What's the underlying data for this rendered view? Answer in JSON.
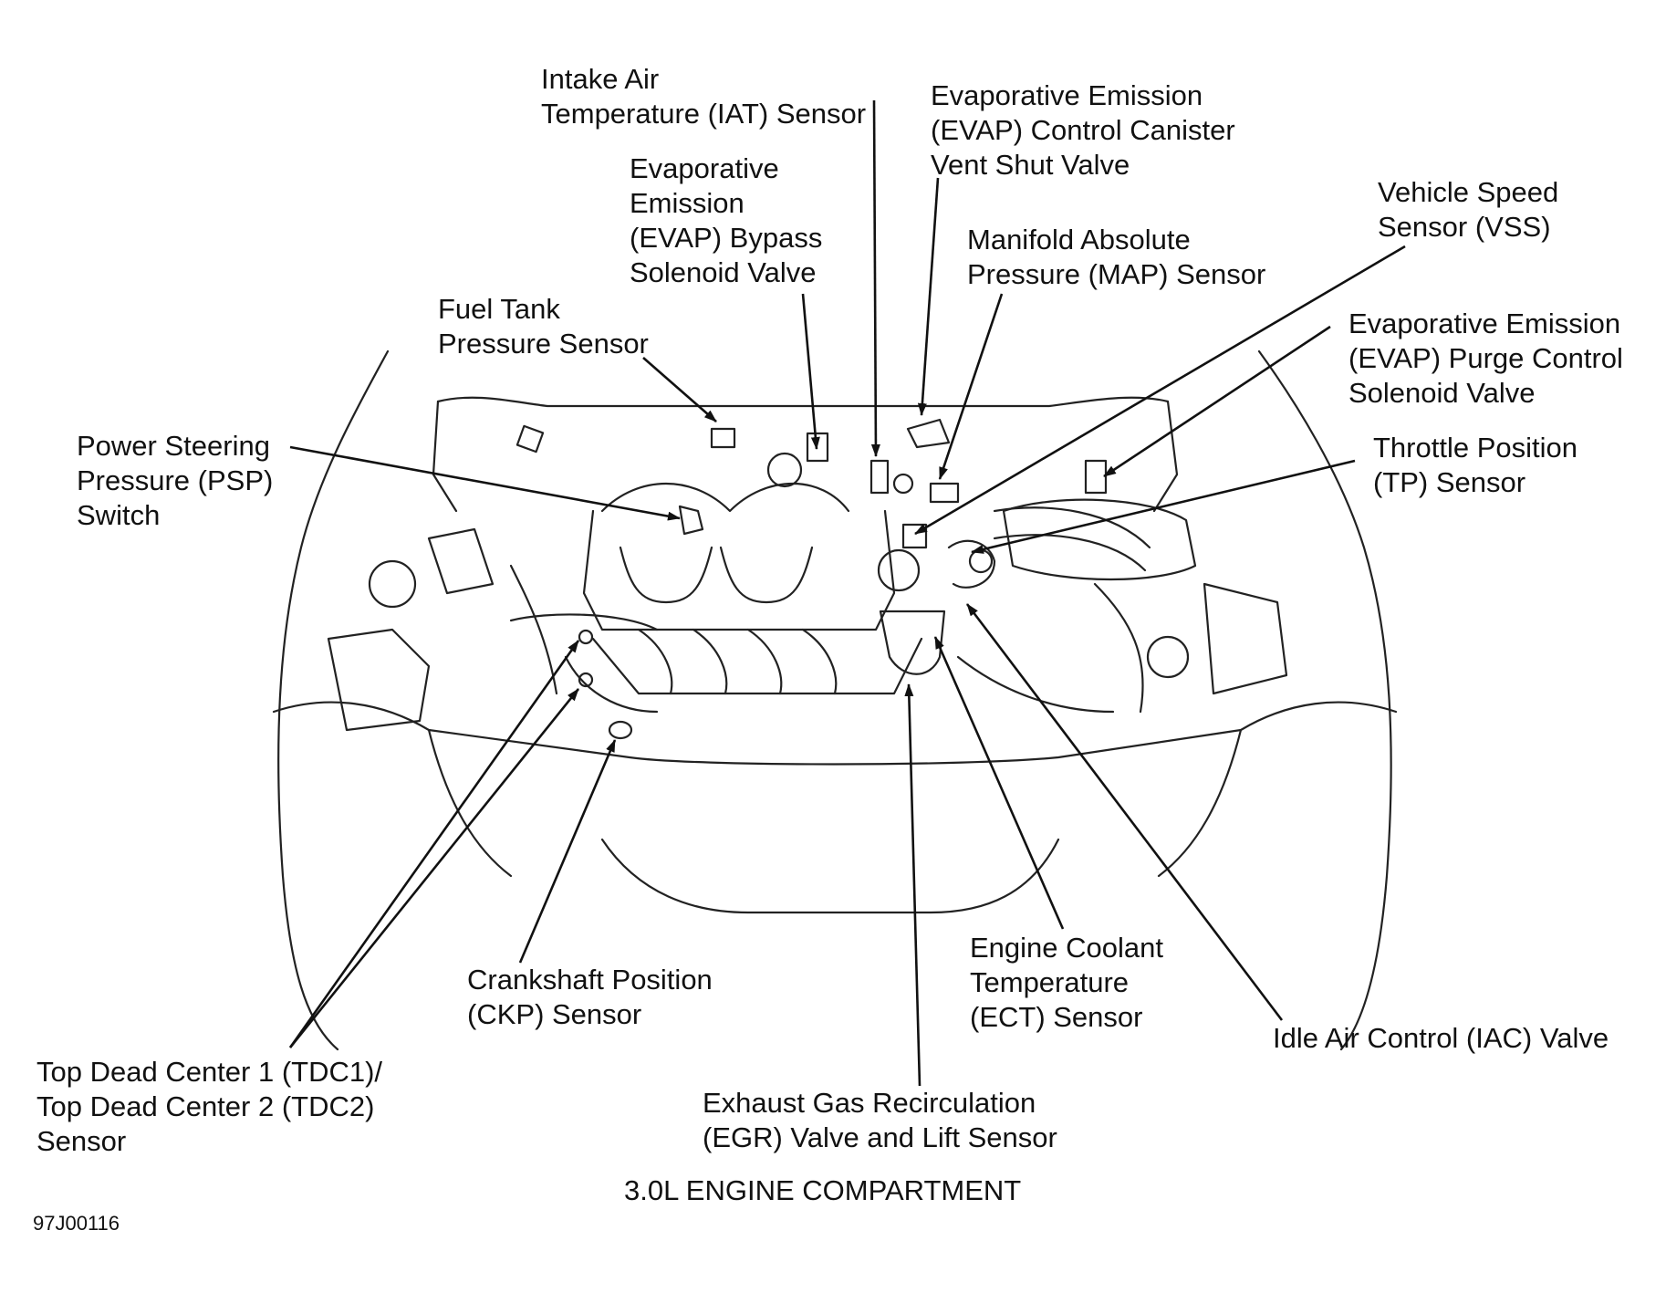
{
  "labels": {
    "iat": [
      "Intake Air",
      "Temperature (IAT) Sensor"
    ],
    "evap_bypass": [
      "Evaporative",
      "Emission",
      "(EVAP) Bypass",
      "Solenoid Valve"
    ],
    "evap_canister": [
      "Evaporative Emission",
      "(EVAP) Control Canister",
      "Vent Shut Valve"
    ],
    "map": [
      "Manifold Absolute",
      "Pressure (MAP) Sensor"
    ],
    "vss": [
      "Vehicle Speed",
      "Sensor (VSS)"
    ],
    "fuel_tank": [
      "Fuel Tank",
      "Pressure Sensor"
    ],
    "evap_purge": [
      "Evaporative Emission",
      "(EVAP) Purge Control",
      "Solenoid Valve"
    ],
    "psp": [
      "Power Steering",
      "Pressure (PSP)",
      "Switch"
    ],
    "tp": [
      "Throttle Position",
      "(TP) Sensor"
    ],
    "ckp": [
      "Crankshaft Position",
      "(CKP) Sensor"
    ],
    "ect": [
      "Engine Coolant",
      "Temperature",
      "(ECT) Sensor"
    ],
    "iac": [
      "Idle Air Control (IAC) Valve"
    ],
    "tdc": [
      "Top Dead Center 1 (TDC1)/",
      "Top Dead Center 2 (TDC2)",
      "Sensor"
    ],
    "egr": [
      "Exhaust Gas Recirculation",
      "(EGR) Valve and Lift Sensor"
    ]
  },
  "caption": "3.0L ENGINE COMPARTMENT",
  "figure_id": "97J00116"
}
